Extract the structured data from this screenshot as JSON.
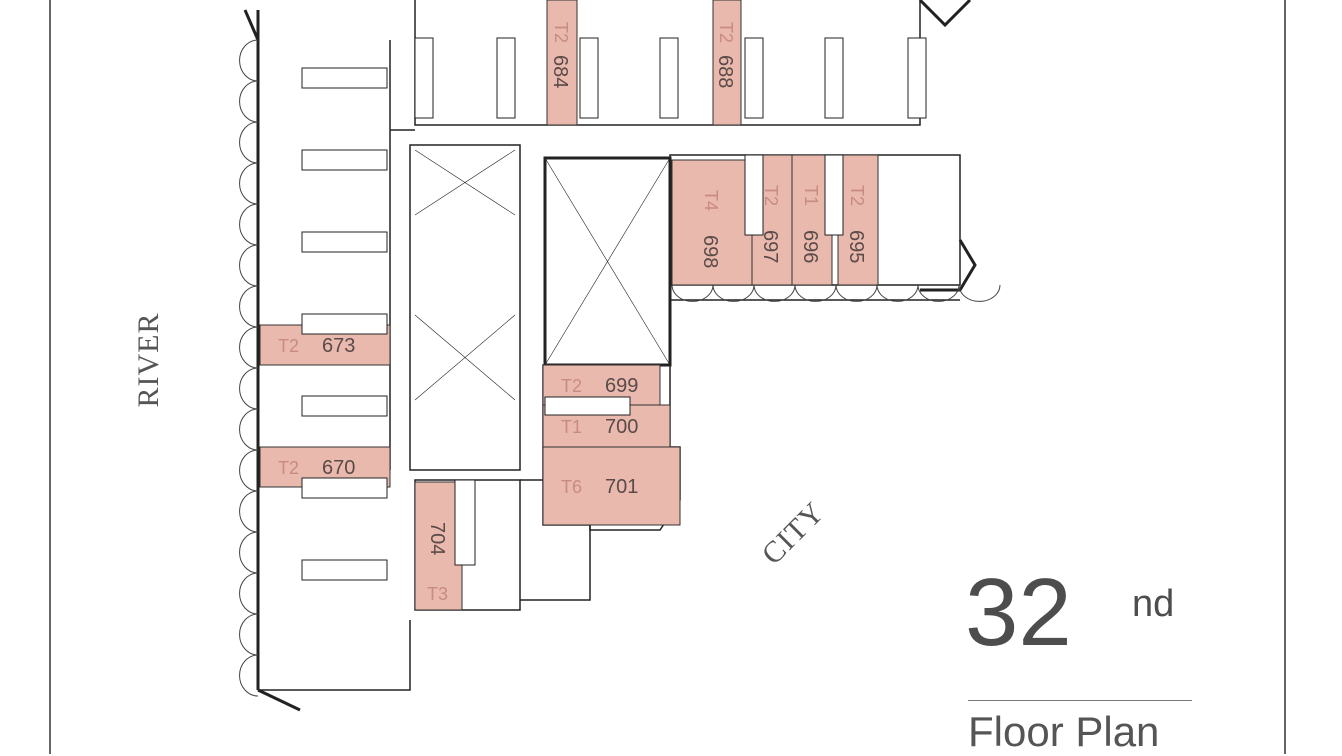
{
  "plan": {
    "floor_number": "32",
    "floor_suffix": "nd",
    "title": "Floor Plan",
    "labels": {
      "river": "RIVER",
      "city": "CITY"
    },
    "colors": {
      "highlight_unit": "#e9b9ae",
      "wall": "#222222",
      "type_label": "#c98b80",
      "unit_label": "#5a4a48"
    },
    "units": [
      {
        "number": "684",
        "type": "T2"
      },
      {
        "number": "688",
        "type": "T2"
      },
      {
        "number": "698",
        "type": "T4"
      },
      {
        "number": "697",
        "type": "T2"
      },
      {
        "number": "696",
        "type": "T1"
      },
      {
        "number": "695",
        "type": "T2"
      },
      {
        "number": "673",
        "type": "T2"
      },
      {
        "number": "670",
        "type": "T2"
      },
      {
        "number": "699",
        "type": "T2"
      },
      {
        "number": "700",
        "type": "T1"
      },
      {
        "number": "701",
        "type": "T6"
      },
      {
        "number": "704",
        "type": "T3"
      }
    ]
  }
}
